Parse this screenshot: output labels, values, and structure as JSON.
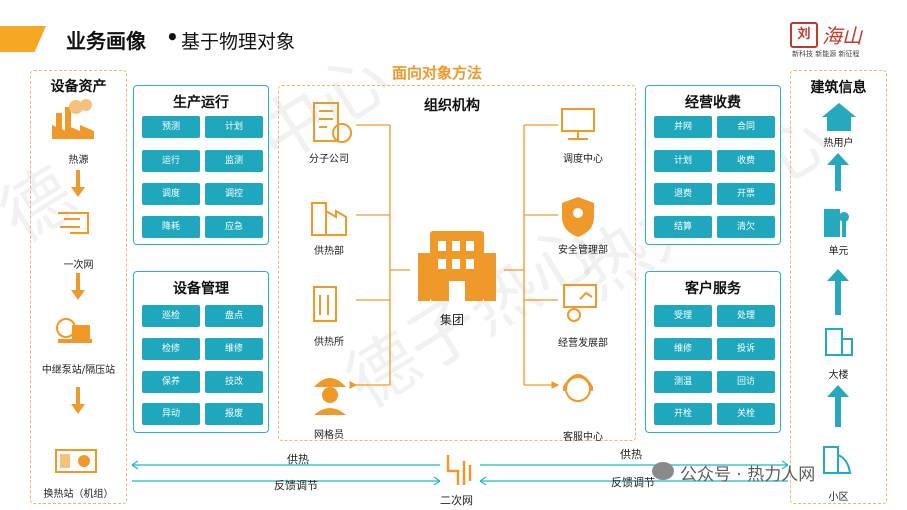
{
  "header": {
    "title": "业务画像",
    "separator": "•",
    "subtitle": "基于物理对象"
  },
  "logo": {
    "mark": "刘",
    "script": "海山",
    "tagline": "新科技 新能源 新征程"
  },
  "left_column": {
    "title": "设备资产",
    "items": [
      "热源",
      "一次网",
      "中继泵站/隔压站",
      "换热站（机组）"
    ]
  },
  "right_column": {
    "title": "建筑信息",
    "items": [
      "热用户",
      "单元",
      "大楼",
      "小区"
    ]
  },
  "center": {
    "method_title": "面向对象方法",
    "org_title": "组织机构",
    "hub_label": "集团",
    "left_nodes": [
      "分子公司",
      "供热部",
      "供热所",
      "网格员"
    ],
    "right_nodes": [
      "调度中心",
      "安全管理部",
      "经营发展部",
      "客服中心"
    ]
  },
  "panels": {
    "production": {
      "title": "生产运行",
      "chips": [
        "预测",
        "计划",
        "运行",
        "监测",
        "调度",
        "调控",
        "降耗",
        "应急"
      ]
    },
    "equipment": {
      "title": "设备管理",
      "chips": [
        "巡检",
        "盘点",
        "检修",
        "维修",
        "保养",
        "技改",
        "异动",
        "报废"
      ]
    },
    "business": {
      "title": "经营收费",
      "chips": [
        "并网",
        "合同",
        "计划",
        "收费",
        "退费",
        "开票",
        "结算",
        "清欠"
      ]
    },
    "customer": {
      "title": "客户服务",
      "chips": [
        "受理",
        "处理",
        "维修",
        "投诉",
        "测温",
        "回访",
        "开栓",
        "关栓"
      ]
    }
  },
  "bottom": {
    "supply_left": "供热",
    "feedback_left": "反馈调节",
    "secondary_net": "二次网",
    "supply_right": "供热",
    "feedback_right": "反馈调节",
    "footer_watermark": "公众号 · 热力人网"
  },
  "colors": {
    "accent_orange": "#f0992b",
    "teal": "#1fa8bd",
    "dash_border": "#f0b56a"
  }
}
